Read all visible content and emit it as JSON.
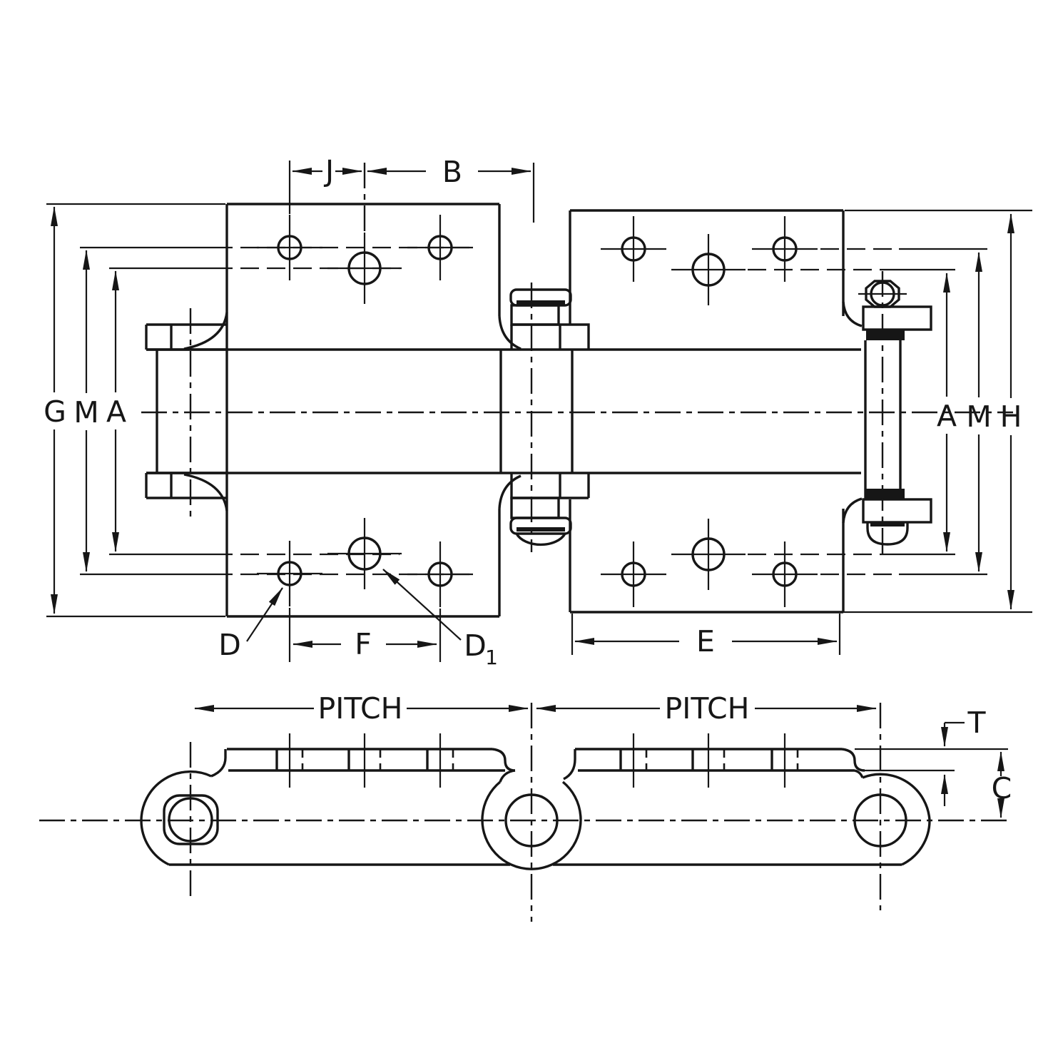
{
  "figure": {
    "type": "engineering-drawing",
    "subject": "conveyor chain links with bent attachment plates, plan view and side elevation view"
  },
  "labels": {
    "top": {
      "j": "J",
      "b": "B"
    },
    "left": {
      "g": "G",
      "m": "M",
      "a": "A"
    },
    "right": {
      "a": "A",
      "m": "M",
      "h": "H"
    },
    "plate": {
      "d": "D",
      "f": "F",
      "d1_main": "D",
      "d1_sub": "1",
      "e": "E"
    },
    "side": {
      "pitch_left": "PITCH",
      "pitch_right": "PITCH",
      "t": "T",
      "c": "C"
    }
  },
  "colors": {
    "ink": "#161616",
    "paper": "#ffffff"
  }
}
